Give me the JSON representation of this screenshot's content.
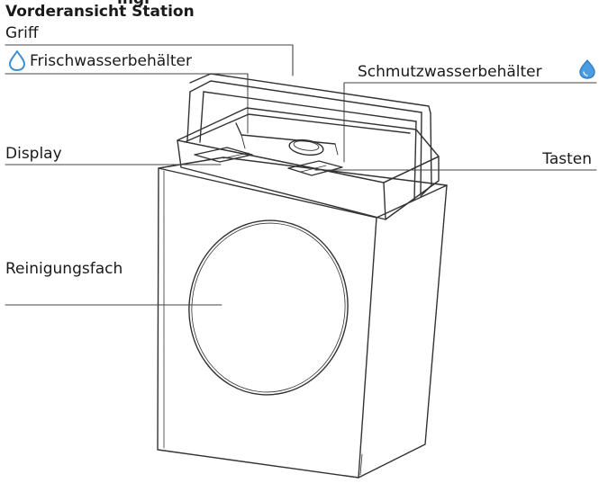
{
  "page_title_partial": "ingr",
  "title": "Vorderansicht Station",
  "labels": {
    "griff": "Griff",
    "frischwasser": "Frischwasserbehälter",
    "schmutzwasser": "Schmutzwasserbehälter",
    "display": "Display",
    "tasten": "Tasten",
    "reinigungsfach": "Reinigungsfach"
  },
  "icons": {
    "fresh_water": "water-drop-outline-icon",
    "dirty_water": "water-drop-filled-icon"
  },
  "colors": {
    "fresh_drop": "#3d8fd4",
    "dirty_drop": "#4a9de0",
    "line": "#333333"
  }
}
